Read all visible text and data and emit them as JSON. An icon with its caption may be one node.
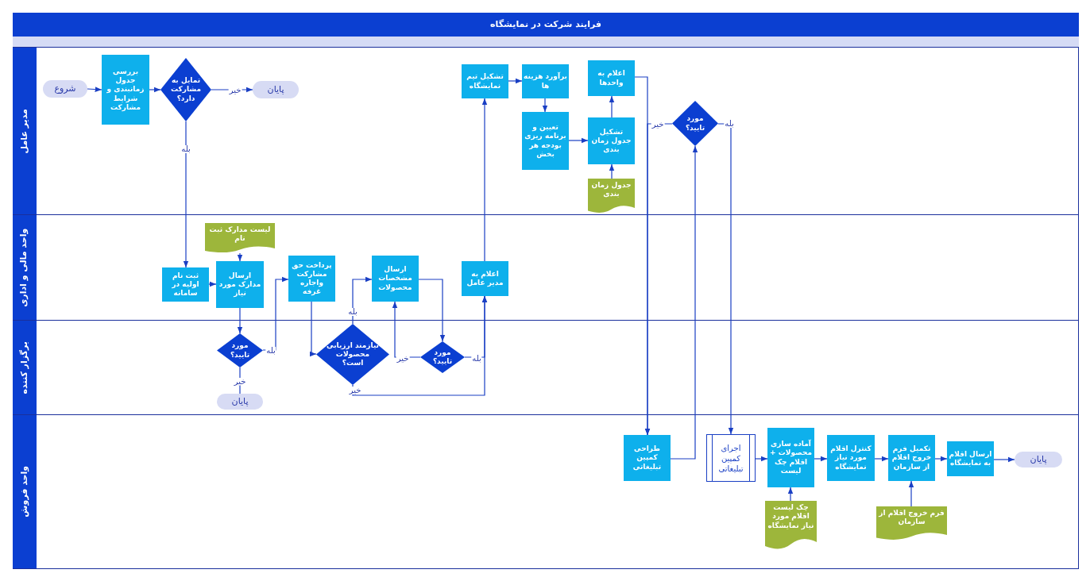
{
  "diagram": {
    "title": "فرایند شرکت در نمایشگاه",
    "nodes": [
      {
        "text": [
          "مدیر عامل"
        ]
      },
      {
        "text": [
          "واحد مالی و اداری"
        ]
      },
      {
        "text": [
          "برگزار کننده"
        ]
      },
      {
        "text": [
          "واحد فروش"
        ]
      },
      {
        "text": [
          "شروع"
        ],
        "in": 0
      },
      {
        "text": [
          "بررسی جدول زمانبندی و شرایط مشارکت"
        ],
        "in": 0
      },
      {
        "text": [
          "تمایل به مشارکت دارد؟"
        ],
        "in": 0
      },
      {
        "text": [
          "پایان"
        ],
        "in": 0
      },
      {
        "text": [
          "تشکیل تیم نمایشگاه"
        ],
        "in": 0
      },
      {
        "text": [
          "برآورد هزینه ها"
        ],
        "in": 0
      },
      {
        "text": [
          "تعیین و برنامه ریزی بودجه هر بخش"
        ],
        "in": 0
      },
      {
        "text": [
          "اعلام به واحدها"
        ],
        "in": 0
      },
      {
        "text": [
          "تشکیل جدول زمان بندی"
        ],
        "in": 0
      },
      {
        "text": [
          "جدول زمان بندی"
        ],
        "in": 0
      },
      {
        "text": [
          "مورد تایید؟"
        ],
        "in": 0
      },
      {
        "text": [
          "ثبت نام اولیه در سامانه"
        ],
        "in": 1
      },
      {
        "text": [
          "لیست مدارک ثبت نام"
        ],
        "in": 1
      },
      {
        "text": [
          "ارسال مدارک مورد نیاز"
        ],
        "in": 1
      },
      {
        "text": [
          "پرداخت حق مشارکت واجاره غرفه"
        ],
        "in": 1
      },
      {
        "text": [
          "ارسال مشخصات محصولات"
        ],
        "in": 1
      },
      {
        "text": [
          "اعلام به مدیر عامل"
        ],
        "in": 1
      },
      {
        "text": [
          "مورد تایید؟"
        ],
        "in": 2
      },
      {
        "text": [
          "پایان"
        ],
        "in": 2
      },
      {
        "text": [
          "نیازمند ارزیابی محصولات است؟"
        ],
        "in": 2
      },
      {
        "text": [
          "مورد تایید؟"
        ],
        "in": 2
      },
      {
        "text": [
          "طراحی کمپین تبلیغاتی"
        ],
        "in": 3
      },
      {
        "text": [
          "اجرای کمپین تبلیغاتی"
        ],
        "in": 3
      },
      {
        "text": [
          "آماده سازی محصولات + اقلام چک لیست"
        ],
        "in": 3
      },
      {
        "text": [
          "چک لیست اقلام مورد نیاز نمایشگاه"
        ],
        "in": 3
      },
      {
        "text": [
          "کنترل اقلام مورد نیاز نمایشگاه"
        ],
        "in": 3
      },
      {
        "text": [
          "تکمیل فرم خروج اقلام از سازمان"
        ],
        "in": 3
      },
      {
        "text": [
          "فرم خروج اقلام از سازمان"
        ],
        "in": 3
      },
      {
        "text": [
          "ارسال اقلام به نمایشگاه"
        ],
        "in": 3
      },
      {
        "text": [
          "پایان"
        ],
        "in": 3
      }
    ],
    "edges": [
      {
        "from": 4,
        "to": 5,
        "arrow": "to"
      },
      {
        "from": 5,
        "to": 6,
        "arrow": "to"
      },
      {
        "from": 6,
        "to": 7,
        "arrow": "to",
        "label": "خیر"
      },
      {
        "from": 6,
        "to": 15,
        "arrow": "to",
        "label": "بله"
      },
      {
        "from": 15,
        "to": 17,
        "arrow": "to"
      },
      {
        "from": 16,
        "to": 17,
        "arrow": "to"
      },
      {
        "from": 17,
        "to": 21,
        "arrow": "to"
      },
      {
        "from": 21,
        "to": 22,
        "arrow": "none",
        "label": "خیر"
      },
      {
        "from": 21,
        "to": 18,
        "arrow": "to",
        "label": "بله"
      },
      {
        "from": 18,
        "to": 23,
        "arrow": "to"
      },
      {
        "from": 23,
        "to": 19,
        "arrow": "to",
        "label": "بله"
      },
      {
        "from": 19,
        "to": 24,
        "arrow": "to"
      },
      {
        "from": 24,
        "to": 19,
        "arrow": "to",
        "label": "خیر"
      },
      {
        "from": 24,
        "to": 20,
        "arrow": "to",
        "label": "بله"
      },
      {
        "from": 23,
        "to": 20,
        "arrow": "to",
        "label": "خیر"
      },
      {
        "from": 20,
        "to": 8,
        "arrow": "to"
      },
      {
        "from": 8,
        "to": 9,
        "arrow": "to"
      },
      {
        "from": 9,
        "to": 10,
        "arrow": "to"
      },
      {
        "from": 10,
        "to": 12,
        "arrow": "to"
      },
      {
        "from": 13,
        "to": 12,
        "arrow": "to"
      },
      {
        "from": 12,
        "to": 11,
        "arrow": "to"
      },
      {
        "from": 11,
        "to": 25,
        "arrow": "to"
      },
      {
        "from": 14,
        "to": 25,
        "arrow": "to",
        "label": "خیر"
      },
      {
        "from": 25,
        "to": 14,
        "arrow": "to"
      },
      {
        "from": 14,
        "to": 26,
        "arrow": "to",
        "label": "بله"
      },
      {
        "from": 26,
        "to": 27,
        "arrow": "to"
      },
      {
        "from": 28,
        "to": 27,
        "arrow": "to"
      },
      {
        "from": 27,
        "to": 29,
        "arrow": "to"
      },
      {
        "from": 29,
        "to": 30,
        "arrow": "to"
      },
      {
        "from": 31,
        "to": 30,
        "arrow": "to"
      },
      {
        "from": 30,
        "to": 32,
        "arrow": "to"
      },
      {
        "from": 32,
        "to": 33,
        "arrow": "to"
      }
    ]
  }
}
